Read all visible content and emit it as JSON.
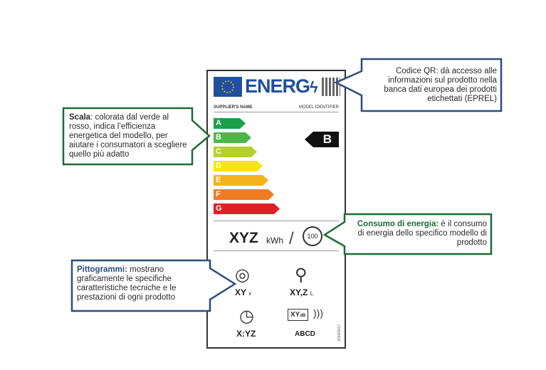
{
  "label": {
    "brand": "ENERG",
    "supplier": "SUPPLIER'S NAME",
    "model": "MODEL IDENTIFIER",
    "classes": [
      {
        "letter": "A",
        "color": "#1aa04a"
      },
      {
        "letter": "B",
        "color": "#4cb748"
      },
      {
        "letter": "C",
        "color": "#b5cf2e"
      },
      {
        "letter": "D",
        "color": "#f5e60e"
      },
      {
        "letter": "E",
        "color": "#f7b21a"
      },
      {
        "letter": "F",
        "color": "#ef7b22"
      },
      {
        "letter": "G",
        "color": "#e41e26"
      }
    ],
    "current_class": "B",
    "energy_value": "XYZ",
    "energy_unit": "kWh",
    "cycles": "100",
    "pictograms": [
      {
        "value": "XY",
        "unit": "x"
      },
      {
        "value": "XY,Z",
        "unit": "L"
      },
      {
        "value": "X:YZ",
        "unit": ""
      },
      {
        "value": "XY",
        "unit": "dB",
        "class_text": "ABCD"
      }
    ],
    "code": "2019/2017"
  },
  "callouts": {
    "qr": {
      "text": "Codice QR: dà accesso alle informazioni sul prodotto nella banca dati europea dei prodotti etichettati (EPREL)",
      "color": "#2b4c7e"
    },
    "scale": {
      "bold": "Scala",
      "text": ": colorata dal verde al rosso, indica l’efficienza energetica del modello, per aiutare i consumatori a scegliere quello più adatto",
      "color": "#1d6b34"
    },
    "energy": {
      "bold": "Consumo di energia:",
      "text": " è il consumo di energia dello specifico modello di prodotto",
      "color": "#1d6b34"
    },
    "pict": {
      "bold": "Pittogrammi:",
      "text": " mostrano graficamente le specifiche caratteristiche tecniche e le prestazioni di ogni prodotto",
      "color": "#2b4c7e"
    }
  }
}
